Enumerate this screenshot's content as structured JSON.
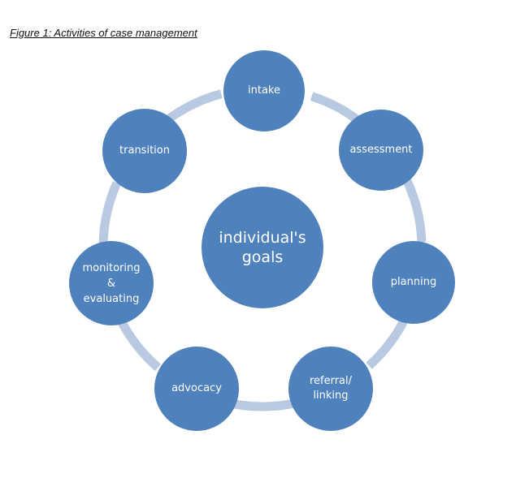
{
  "caption": "Figure 1: Activities of case management",
  "colors": {
    "node_fill": "#4f81bd",
    "connector": "#b8c9e1",
    "text": "#ffffff"
  },
  "center": {
    "label": "individual's\ngoals"
  },
  "activities": [
    {
      "id": "intake",
      "label": "intake"
    },
    {
      "id": "assessment",
      "label": "assessment"
    },
    {
      "id": "planning",
      "label": "planning"
    },
    {
      "id": "referral-linking",
      "label": "referral/\nlinking"
    },
    {
      "id": "advocacy",
      "label": "advocacy"
    },
    {
      "id": "monitoring-evaluating",
      "label": "monitoring\n&\nevaluating"
    },
    {
      "id": "transition",
      "label": "transition"
    }
  ]
}
